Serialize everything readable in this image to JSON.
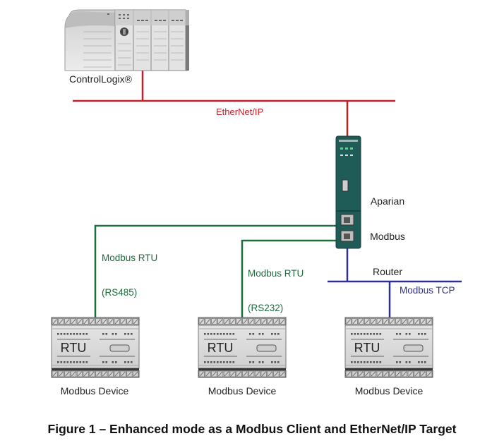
{
  "figure": {
    "caption": "Figure 1 – Enhanced mode as a Modbus Client and EtherNet/IP Target",
    "colors": {
      "ethernet_ip": "#c0202a",
      "modbus_rtu": "#1e6b3c",
      "modbus_tcp": "#2e3192",
      "router_body": "#1f5c58",
      "device_gray": "#d9d9d9"
    }
  },
  "plc": {
    "label": "ControlLogix®"
  },
  "networks": {
    "ethernet_ip": {
      "label": "EtherNet/IP"
    },
    "rs485": {
      "line1": "Modbus RTU",
      "line2": "(RS485)"
    },
    "rs232": {
      "line1": "Modbus RTU",
      "line2": "(RS232)"
    },
    "modbus_tcp": {
      "label": "Modbus TCP"
    }
  },
  "router": {
    "line1": "Aparian",
    "line2": "Modbus",
    "line3": "Router"
  },
  "devices": [
    {
      "face_label": "RTU",
      "caption": "Modbus Device",
      "connection": "Modbus RTU (RS485)"
    },
    {
      "face_label": "RTU",
      "caption": "Modbus Device",
      "connection": "Modbus RTU (RS232)"
    },
    {
      "face_label": "RTU",
      "caption": "Modbus Device",
      "connection": "Modbus TCP"
    }
  ]
}
